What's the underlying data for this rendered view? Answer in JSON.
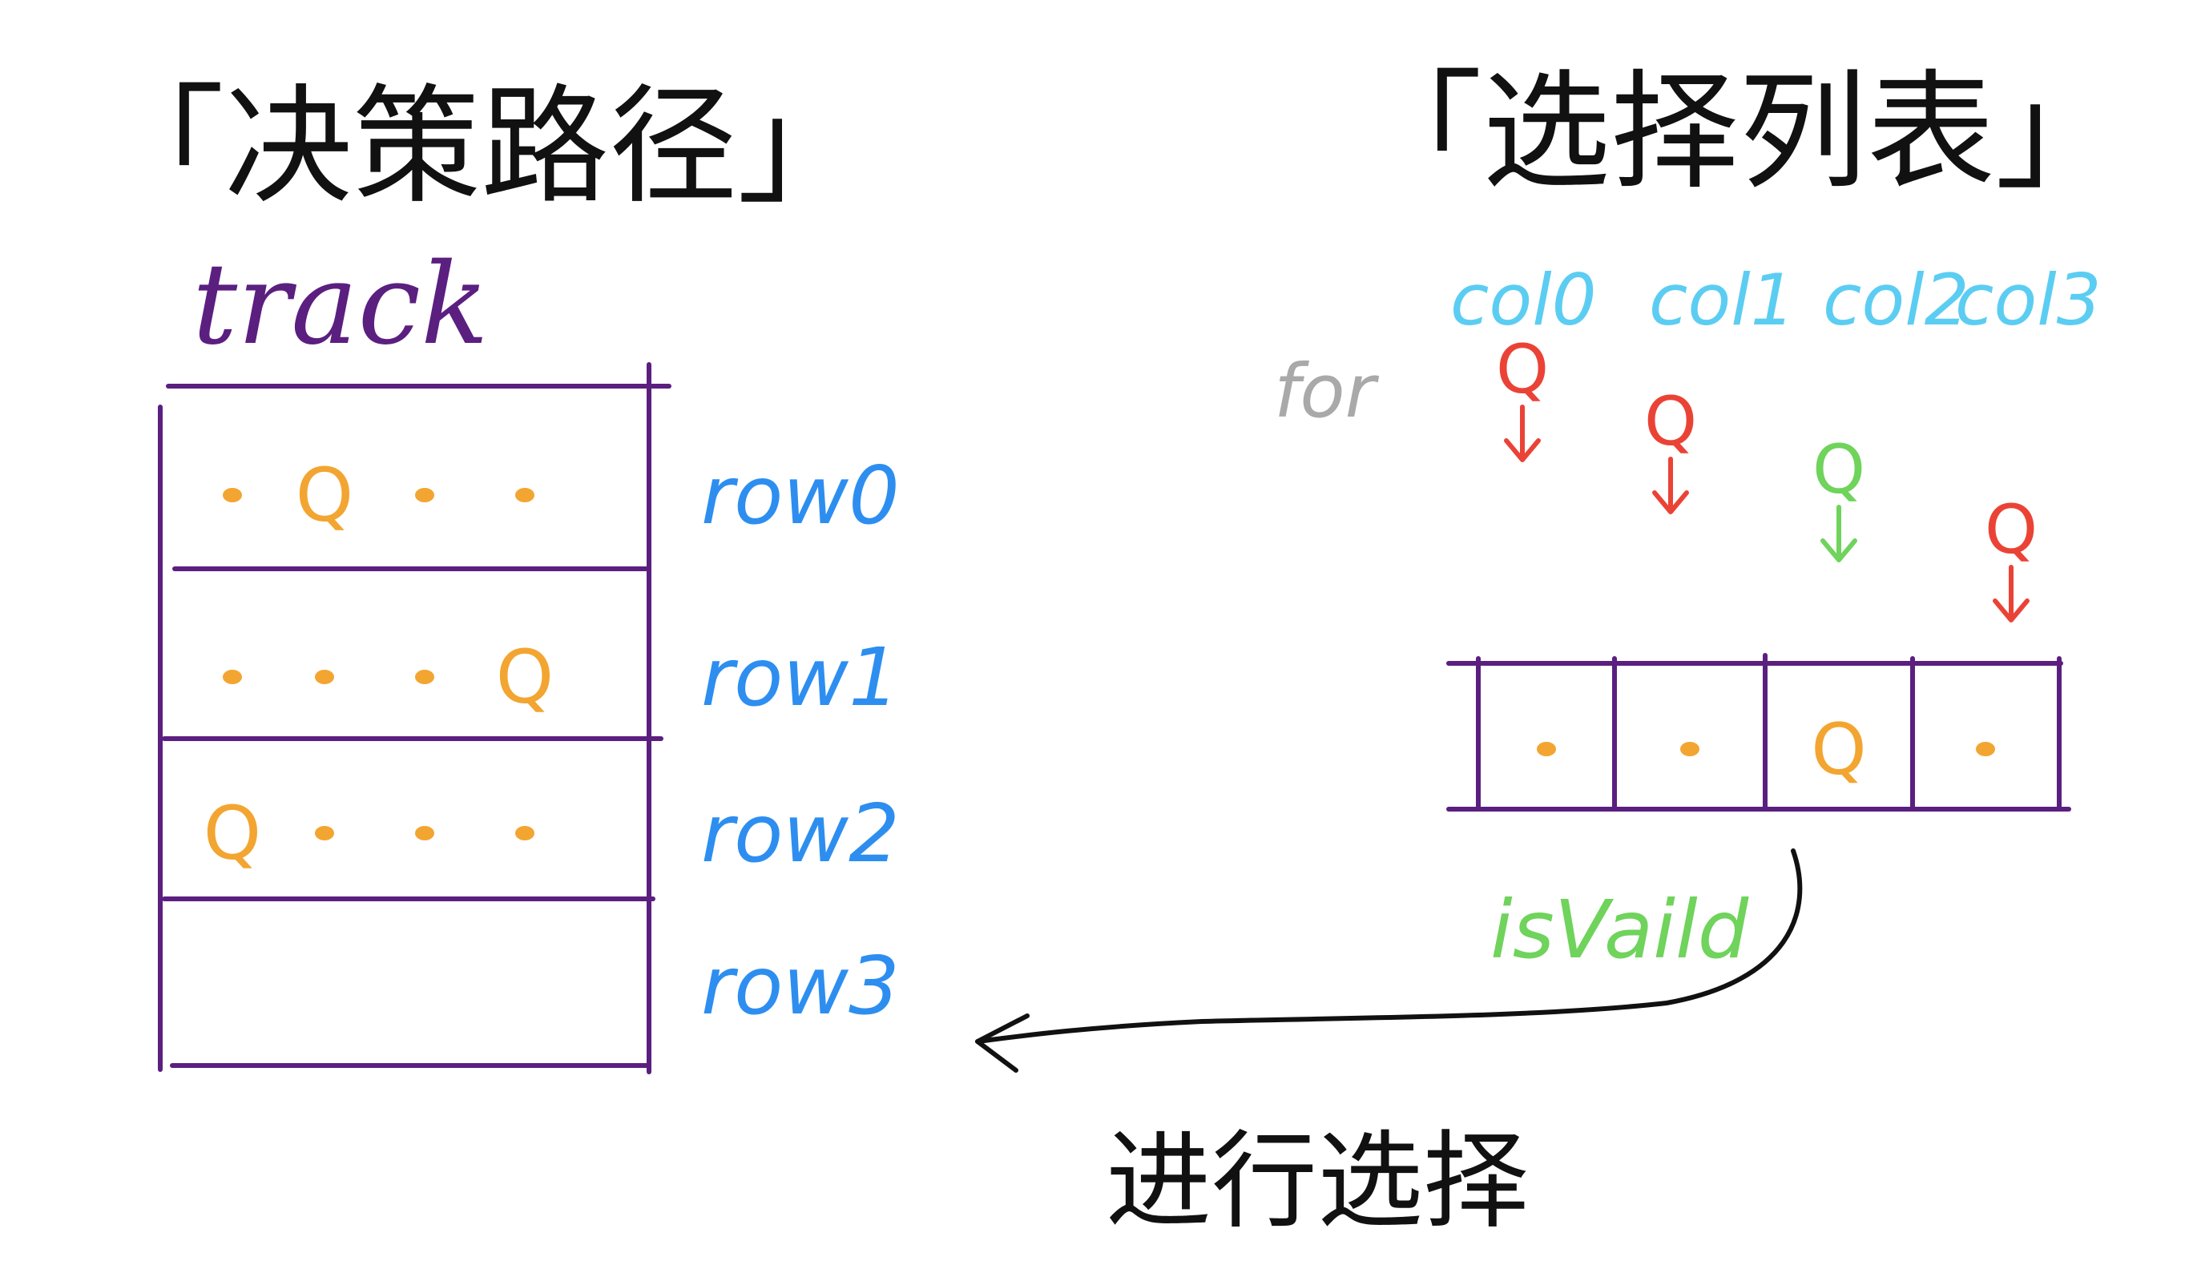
{
  "colors": {
    "ink": "#111111",
    "purple": "#5b1f80",
    "orange": "#f3a531",
    "blue": "#2d8ef0",
    "cyan": "#5ccdf2",
    "red": "#ea4336",
    "green": "#6fd35c",
    "gray": "#a9a9a9"
  },
  "left": {
    "title": "「决策路径」",
    "track_label": "track",
    "rows": [
      {
        "label": "row0",
        "cells": [
          ".",
          "Q",
          ".",
          "."
        ]
      },
      {
        "label": "row1",
        "cells": [
          ".",
          ".",
          ".",
          "Q"
        ]
      },
      {
        "label": "row2",
        "cells": [
          "Q",
          ".",
          ".",
          "."
        ]
      },
      {
        "label": "row3",
        "cells": []
      }
    ]
  },
  "right": {
    "title": "「选择列表」",
    "for_label": "for",
    "columns": [
      {
        "label": "col0",
        "marker": "Q",
        "marker_color": "red"
      },
      {
        "label": "col1",
        "marker": "Q",
        "marker_color": "red"
      },
      {
        "label": "col2",
        "marker": "Q",
        "marker_color": "green"
      },
      {
        "label": "col3",
        "marker": "Q",
        "marker_color": "red"
      }
    ],
    "box_cells": [
      ".",
      ".",
      "Q",
      "."
    ],
    "check_label": "isVaild"
  },
  "action_label": "进行选择"
}
